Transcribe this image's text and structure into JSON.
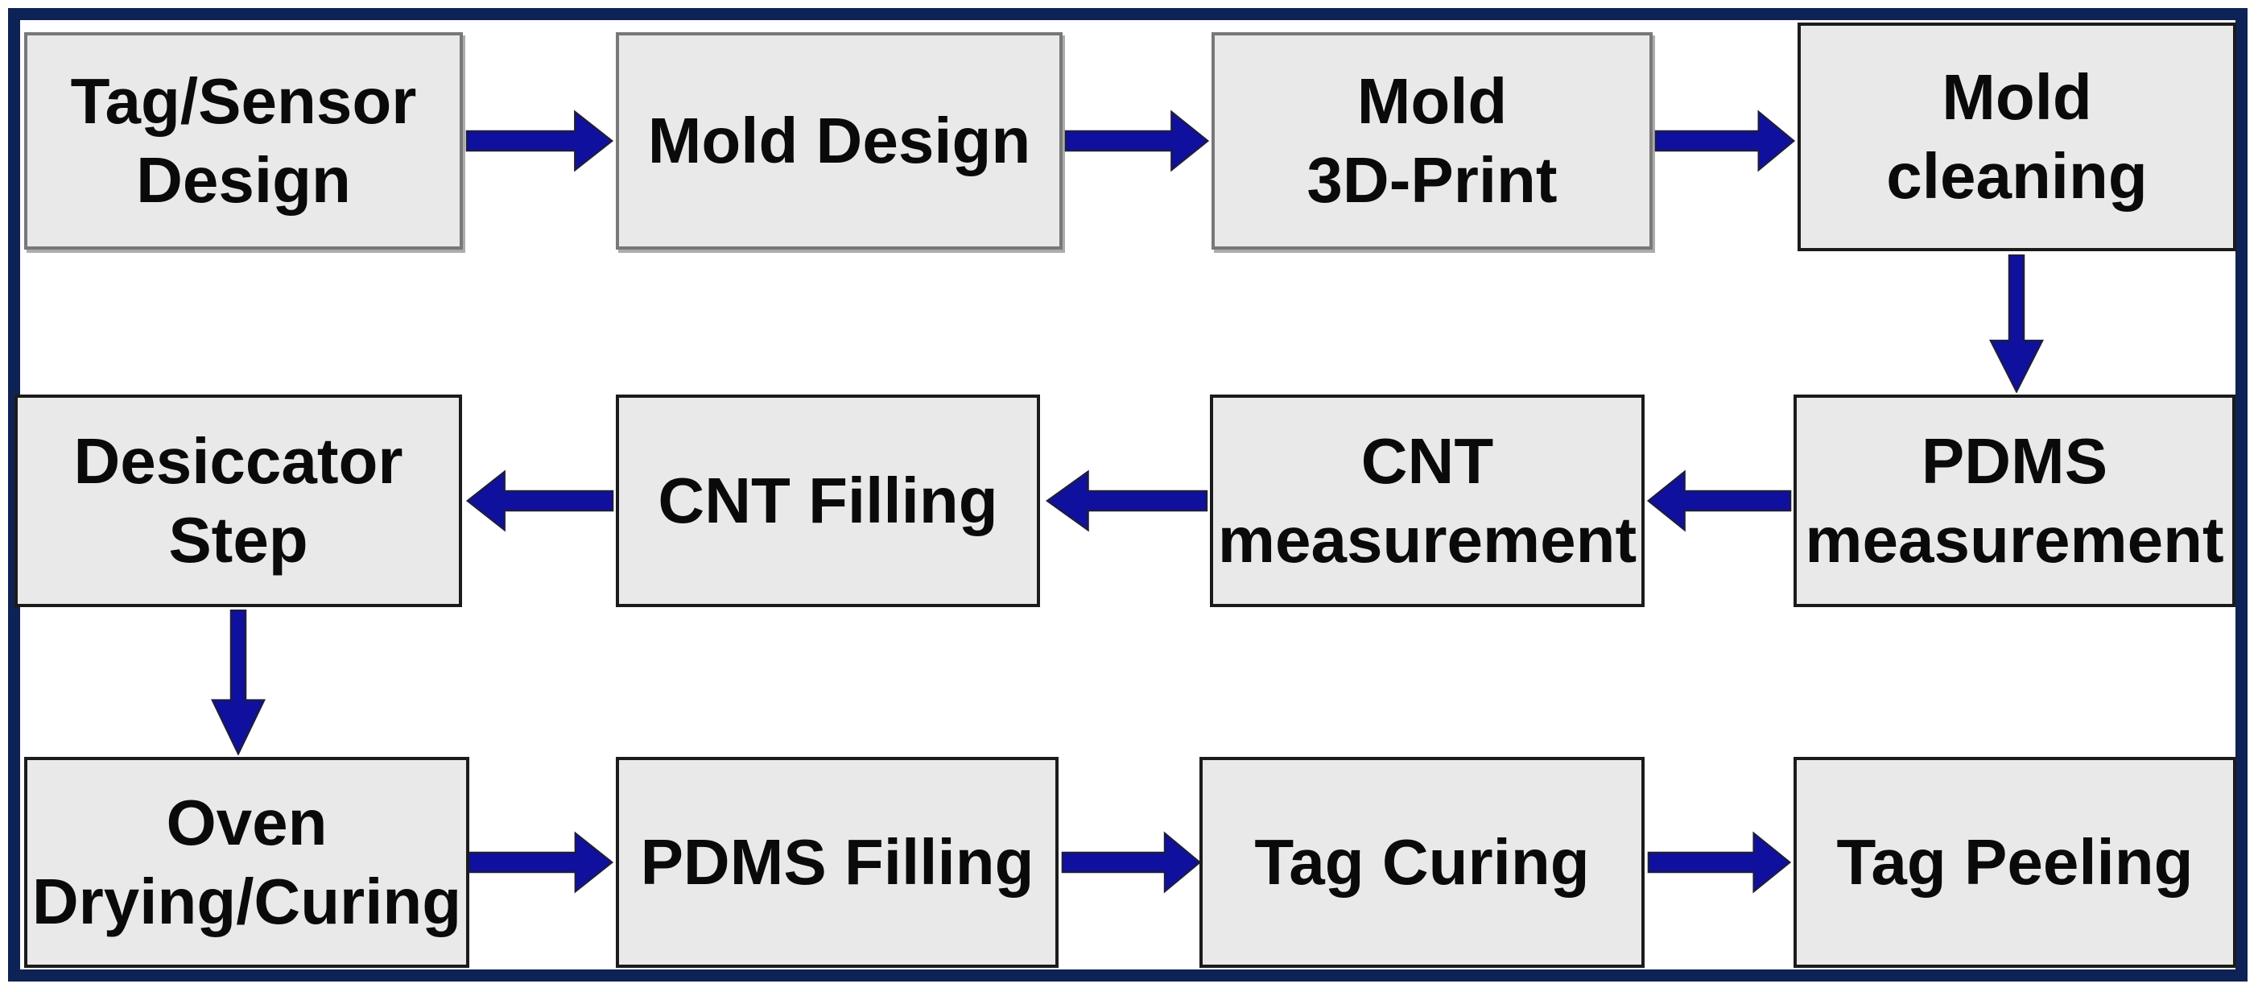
{
  "diagram": {
    "type": "flowchart",
    "nodes": [
      {
        "id": "tag-sensor-design",
        "label": "Tag/Sensor\nDesign"
      },
      {
        "id": "mold-design",
        "label": "Mold Design"
      },
      {
        "id": "mold-3d-print",
        "label": "Mold\n3D-Print"
      },
      {
        "id": "mold-cleaning",
        "label": "Mold\ncleaning"
      },
      {
        "id": "pdms-measurement",
        "label": "PDMS\nmeasurement"
      },
      {
        "id": "cnt-measurement",
        "label": "CNT\nmeasurement"
      },
      {
        "id": "cnt-filling",
        "label": "CNT Filling"
      },
      {
        "id": "desiccator-step",
        "label": "Desiccator\nStep"
      },
      {
        "id": "oven-drying-curing",
        "label": "Oven\nDrying/Curing"
      },
      {
        "id": "pdms-filling",
        "label": "PDMS Filling"
      },
      {
        "id": "tag-curing",
        "label": "Tag Curing"
      },
      {
        "id": "tag-peeling",
        "label": "Tag Peeling"
      }
    ],
    "edges": [
      {
        "from": "tag-sensor-design",
        "to": "mold-design",
        "direction": "right"
      },
      {
        "from": "mold-design",
        "to": "mold-3d-print",
        "direction": "right"
      },
      {
        "from": "mold-3d-print",
        "to": "mold-cleaning",
        "direction": "right"
      },
      {
        "from": "mold-cleaning",
        "to": "pdms-measurement",
        "direction": "down"
      },
      {
        "from": "pdms-measurement",
        "to": "cnt-measurement",
        "direction": "left"
      },
      {
        "from": "cnt-measurement",
        "to": "cnt-filling",
        "direction": "left"
      },
      {
        "from": "cnt-filling",
        "to": "desiccator-step",
        "direction": "left"
      },
      {
        "from": "desiccator-step",
        "to": "oven-drying-curing",
        "direction": "down"
      },
      {
        "from": "oven-drying-curing",
        "to": "pdms-filling",
        "direction": "right"
      },
      {
        "from": "pdms-filling",
        "to": "tag-curing",
        "direction": "right"
      },
      {
        "from": "tag-curing",
        "to": "tag-peeling",
        "direction": "right"
      }
    ],
    "colors": {
      "frame": "#0e2355",
      "box_fill": "#e9e9e9",
      "box_border_dark": "#1b1b1b",
      "box_border_gray": "#787878",
      "arrow": "#10109f",
      "arrow_outline": "#1c1c44",
      "text": "#0a0a0a"
    }
  }
}
